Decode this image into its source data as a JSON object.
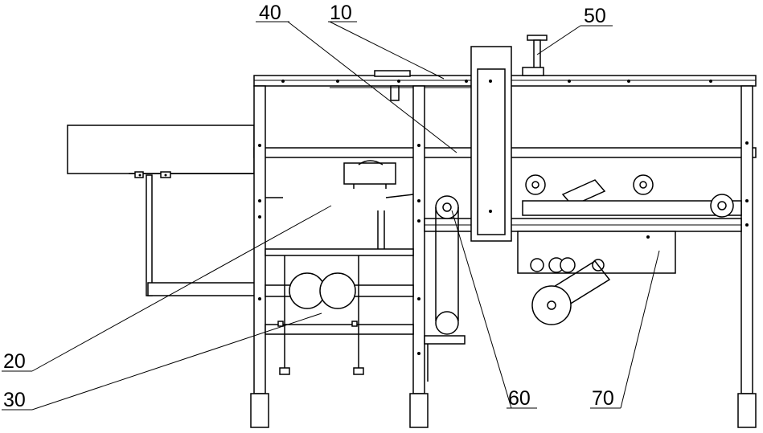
{
  "callouts": [
    {
      "id": "c10",
      "text": "10"
    },
    {
      "id": "c20",
      "text": "20"
    },
    {
      "id": "c30",
      "text": "30"
    },
    {
      "id": "c40",
      "text": "40"
    },
    {
      "id": "c50",
      "text": "50"
    },
    {
      "id": "c60",
      "text": "60"
    },
    {
      "id": "c70",
      "text": "70"
    }
  ]
}
